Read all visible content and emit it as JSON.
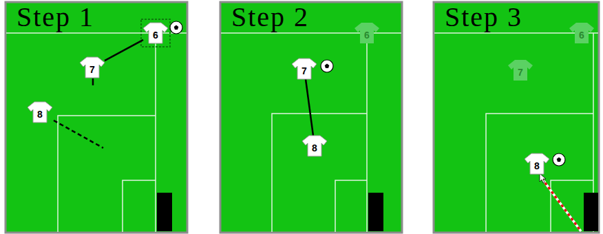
{
  "diagram": {
    "nodes": [
      {
        "text": [
          "Step 1"
        ]
      },
      {
        "text": [
          "6"
        ],
        "in": 0
      },
      {
        "text": [
          "7"
        ],
        "in": 0
      },
      {
        "text": [
          "8"
        ],
        "in": 0
      },
      {
        "text": [
          "Step 2"
        ]
      },
      {
        "text": [
          "6"
        ],
        "in": 4
      },
      {
        "text": [
          "7"
        ],
        "in": 4
      },
      {
        "text": [
          "8"
        ],
        "in": 4
      },
      {
        "text": [
          "Step 3"
        ]
      },
      {
        "text": [
          "6"
        ],
        "in": 8
      },
      {
        "text": [
          "7"
        ],
        "in": 8
      },
      {
        "text": [
          "8"
        ],
        "in": 8
      }
    ],
    "edges": [
      {
        "from": 1,
        "to": 2,
        "arrow": "none"
      },
      {
        "from": 6,
        "to": 7,
        "arrow": "none"
      }
    ]
  }
}
